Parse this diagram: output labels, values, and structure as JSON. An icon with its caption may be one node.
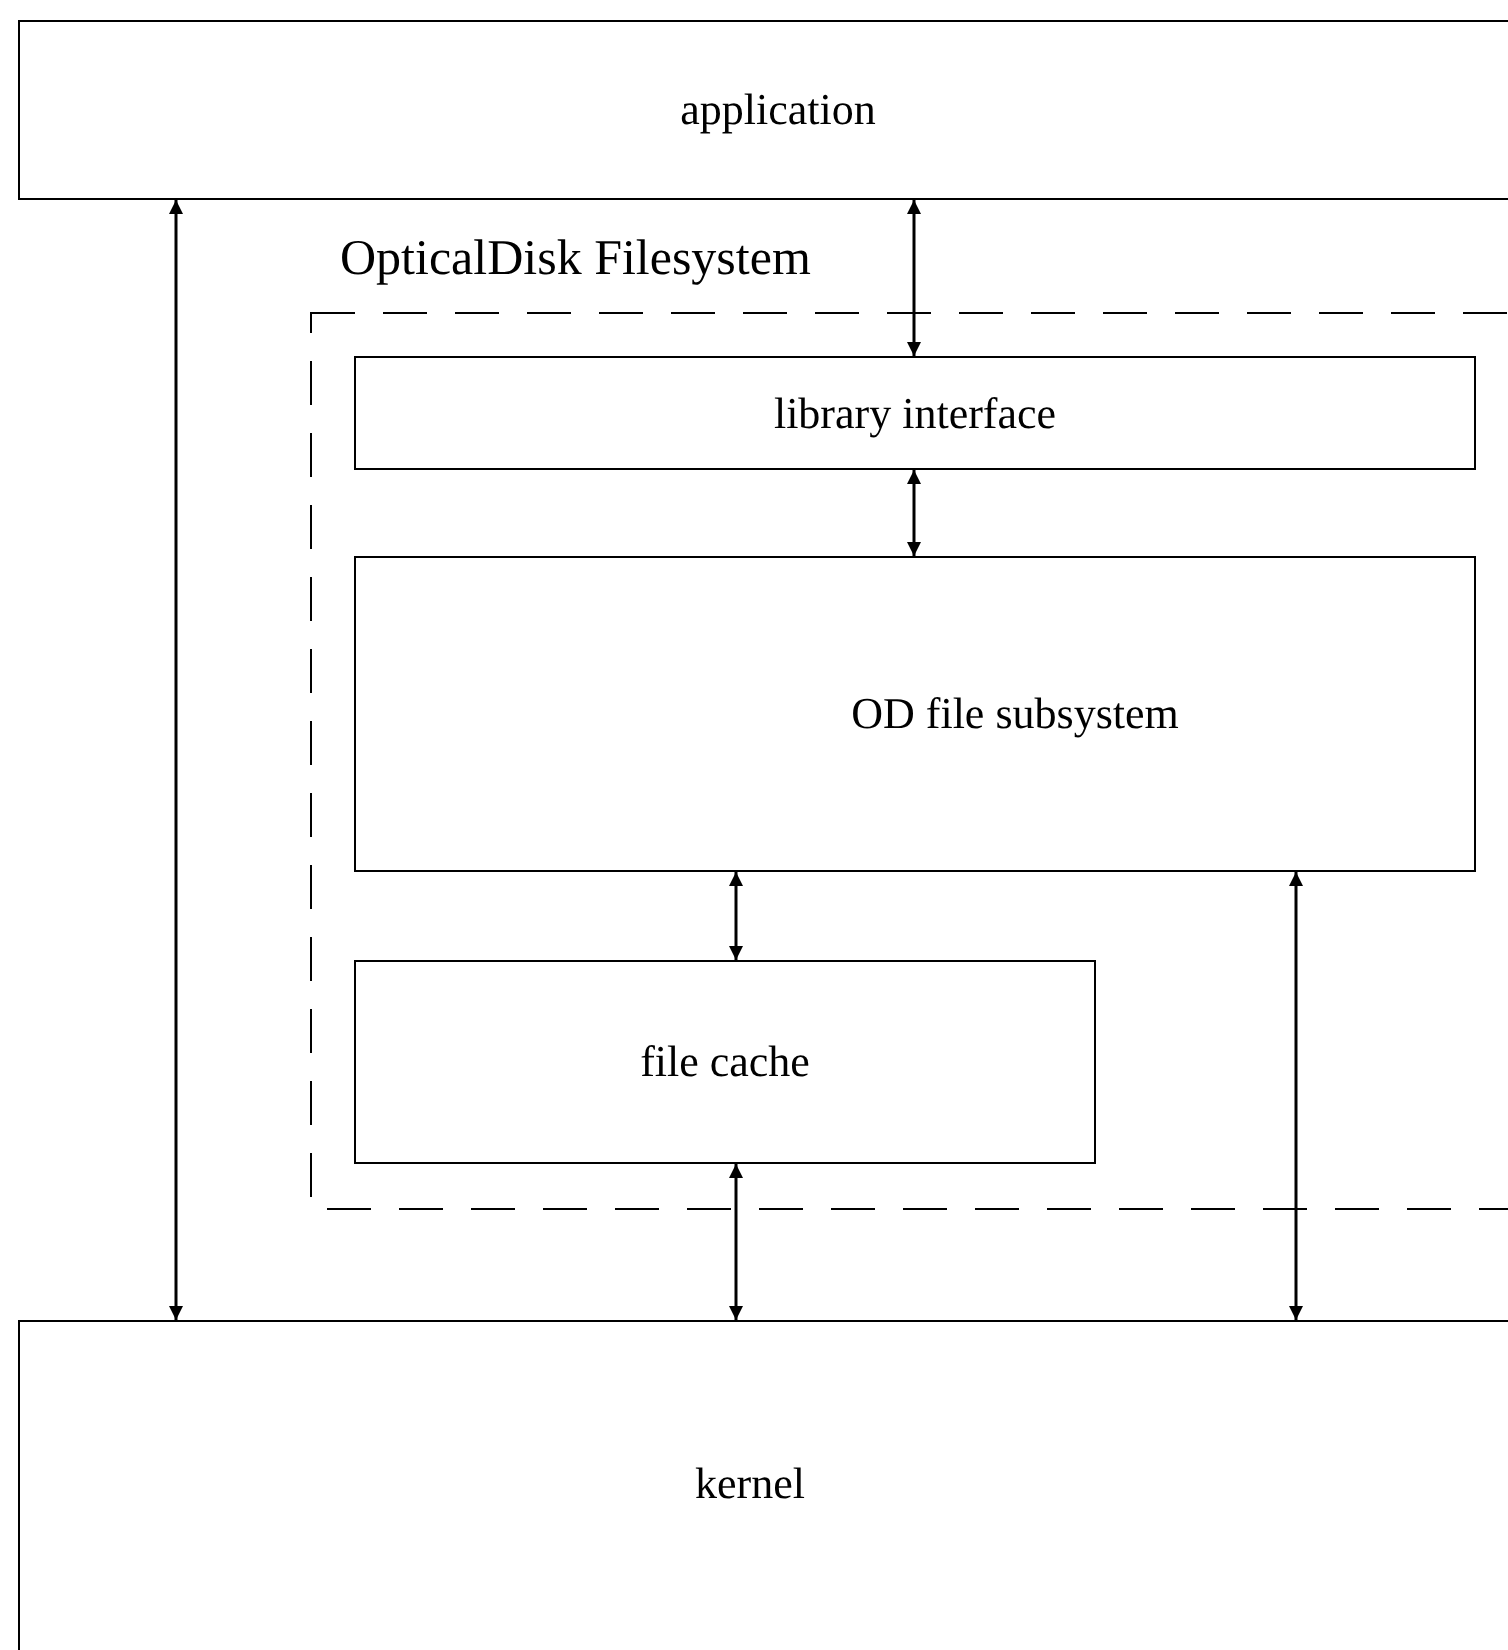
{
  "diagram": {
    "nodes": [
      {
        "text": [
          "application"
        ]
      },
      {
        "text": [
          "OpticalDisk Filesystem"
        ]
      },
      {
        "text": [
          "library interface"
        ],
        "in": 1
      },
      {
        "text": [
          "OD file subsystem"
        ],
        "in": 1
      },
      {
        "text": [
          "file cache"
        ],
        "in": 1
      },
      {
        "text": [
          "kernel"
        ]
      }
    ],
    "edges": [
      {
        "from": 0,
        "to": 5,
        "arrow": "both"
      },
      {
        "from": 0,
        "to": 2,
        "arrow": "both"
      },
      {
        "from": 2,
        "to": 3,
        "arrow": "both"
      },
      {
        "from": 3,
        "to": 4,
        "arrow": "both"
      },
      {
        "from": 4,
        "to": 5,
        "arrow": "both"
      },
      {
        "from": 3,
        "to": 5,
        "arrow": "both"
      }
    ]
  }
}
